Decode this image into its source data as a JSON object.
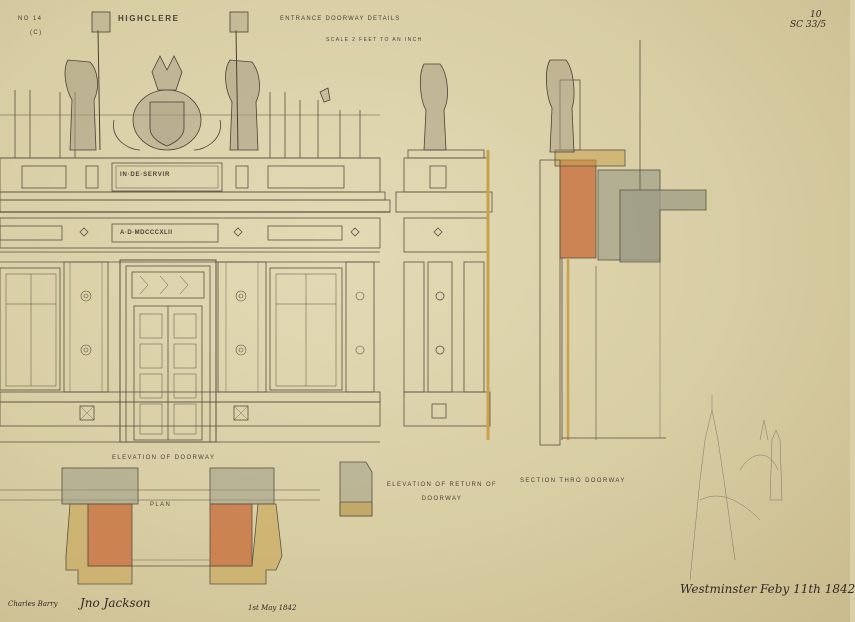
{
  "header": {
    "sheet_number": "No 14",
    "sheet_sub": "(C)",
    "project": "HIGHCLERE",
    "title": "ENTRANCE DOORWAY   DETAILS",
    "scale": "SCALE  2 FEET TO AN INCH"
  },
  "catalogue_mark": {
    "line1": "10",
    "line2": "SC 33/5"
  },
  "inscriptions": {
    "motto_panel": "IN·DE·SERVIR",
    "date_panel": "A·D·MDCCCXLII"
  },
  "captions": {
    "elevation_doorway": "ELEVATION OF DOORWAY",
    "plan": "PLAN",
    "elevation_return": "ELEVATION OF RETURN OF DOORWAY",
    "section": "SECTION THRO DOORWAY"
  },
  "signatures": {
    "architect": "Charles Barry",
    "draughtsman": "Jno Jackson",
    "date_note": "1st May 1842",
    "place_date": "Westminster  Feby 11th 1842"
  },
  "colors": {
    "paper": "#d9cfa8",
    "ink": "#4a4238",
    "brick_wash": "#c9703f",
    "stone_wash": "#9c9c86",
    "ochre_wash": "#c8a24e"
  },
  "icons": [
    "heraldic-lion-icon",
    "heraldic-griffin-icon",
    "coat-of-arms-icon",
    "statue-icon"
  ]
}
